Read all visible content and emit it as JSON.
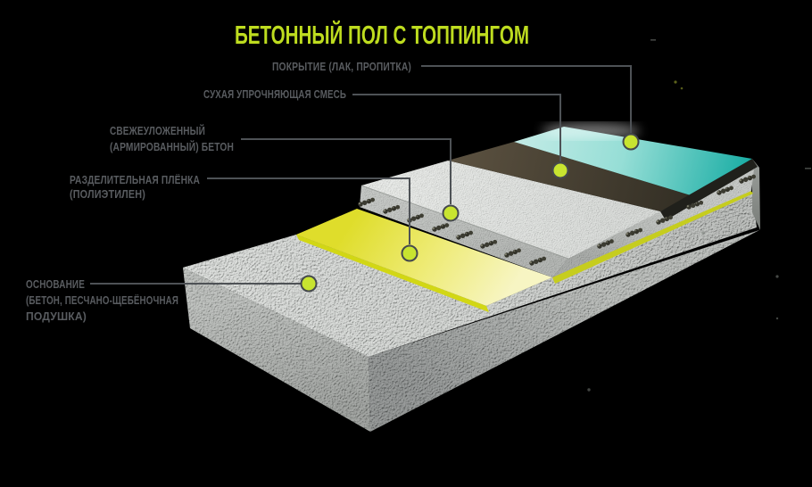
{
  "title": "БЕТОННЫЙ ПОЛ С ТОППИНГОМ",
  "callouts": {
    "coating": {
      "label": "ПОКРЫТИЕ (ЛАК, ПРОПИТКА)"
    },
    "dry_mix": {
      "label": "СУХАЯ УПРОЧНЯЮЩАЯ СМЕСЬ"
    },
    "fresh_concrete": {
      "line1": "СВЕЖЕУЛОЖЕННЫЙ",
      "line2": "(АРМИРОВАННЫЙ) БЕТОН"
    },
    "separating_film": {
      "line1": "РАЗДЕЛИТЕЛЬНАЯ ПЛЁНКА",
      "line2": "(ПОЛИЭТИЛЕН)"
    },
    "base": {
      "line1": "ОСНОВАНИЕ",
      "line2": "(БЕТОН, ПЕСЧАНО-ЩЕБЁНОЧНАЯ",
      "line3": "ПОДУШКА)"
    }
  },
  "colors": {
    "background": "#000000",
    "title": "#bedc1f",
    "label_text": "#595c60",
    "connector_line": "#4e5256",
    "marker_fill": "#c8e430",
    "marker_stroke": "#45494d",
    "coating_teal": "#14aba2",
    "dry_mix_brown": "#4a4234",
    "fresh_concrete_gray": "#dfe2de",
    "film_yellow": "#e4e030",
    "base_concrete_gray": "#b4b8b4"
  }
}
